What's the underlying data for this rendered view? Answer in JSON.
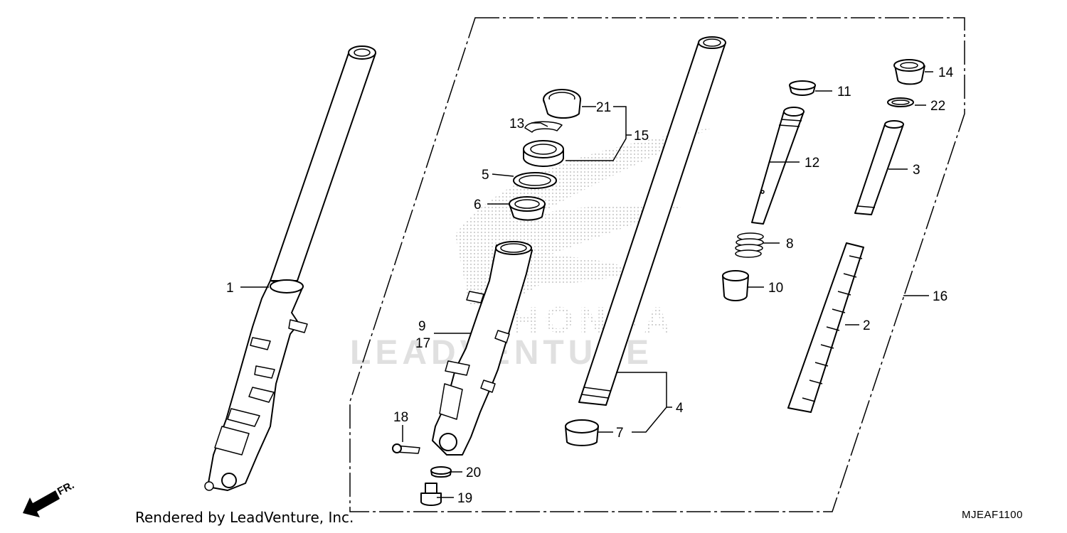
{
  "diagram": {
    "callouts": [
      "1",
      "2",
      "3",
      "4",
      "5",
      "6",
      "7",
      "8",
      "9",
      "10",
      "11",
      "12",
      "13",
      "14",
      "15",
      "16",
      "17",
      "18",
      "19",
      "20",
      "21",
      "22"
    ],
    "watermark": "LEADVENTURE",
    "watermark_brand": "HONDA",
    "direction_label": "FR."
  },
  "footer": {
    "credit": "Rendered by LeadVenture, Inc.",
    "diagram_code": "MJEAF1100"
  },
  "icons": [
    "front-direction-arrow-icon"
  ]
}
